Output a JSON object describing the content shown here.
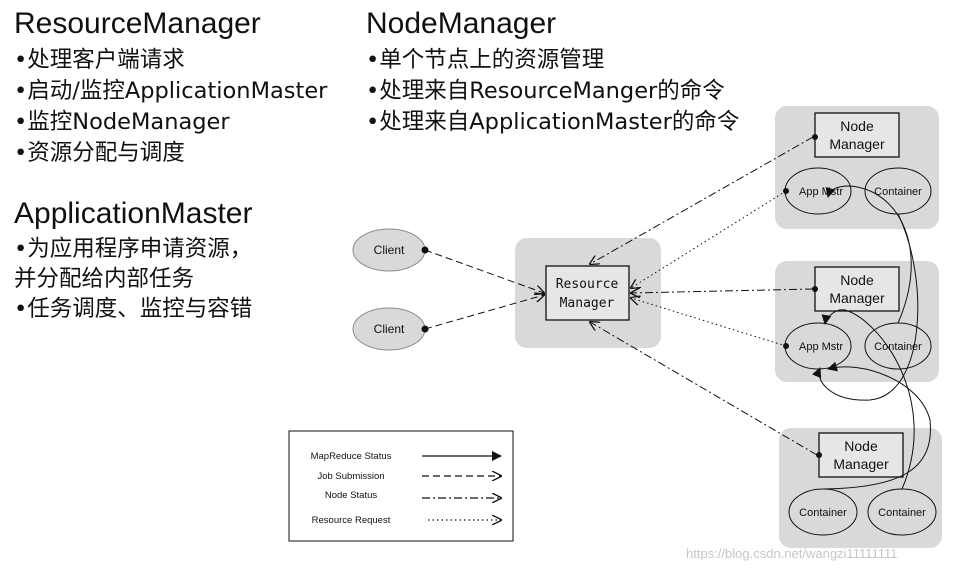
{
  "resource_manager": {
    "title": "ResourceManager",
    "items": [
      "•处理客户端请求",
      "•启动/监控ApplicationMaster",
      "•监控NodeManager",
      "•资源分配与调度"
    ]
  },
  "node_manager": {
    "title": "NodeManager",
    "items": [
      "•单个节点上的资源管理",
      "•处理来自ResourceManger的命令",
      "•处理来自ApplicationMaster的命令"
    ]
  },
  "application_master": {
    "title": "ApplicationMaster",
    "items": [
      "•为应用程序申请资源，",
      "并分配给内部任务",
      "•任务调度、监控与容错"
    ]
  },
  "diagram": {
    "clients": [
      "Client",
      "Client"
    ],
    "resource_manager_box": [
      "Resource",
      "Manager"
    ],
    "nodes": [
      {
        "nm": [
          "Node",
          "Manager"
        ],
        "left": "App Mstr",
        "right": "Container"
      },
      {
        "nm": [
          "Node",
          "Manager"
        ],
        "left": "App Mstr",
        "right": "Container"
      },
      {
        "nm": [
          "Node",
          "Manager"
        ],
        "left": "Container",
        "right": "Container"
      }
    ]
  },
  "legend": {
    "items": [
      "MapReduce Status",
      "Job Submission",
      "Node Status",
      "Resource Request"
    ]
  },
  "watermark": "https://blog.csdn.net/wangzi11111111"
}
